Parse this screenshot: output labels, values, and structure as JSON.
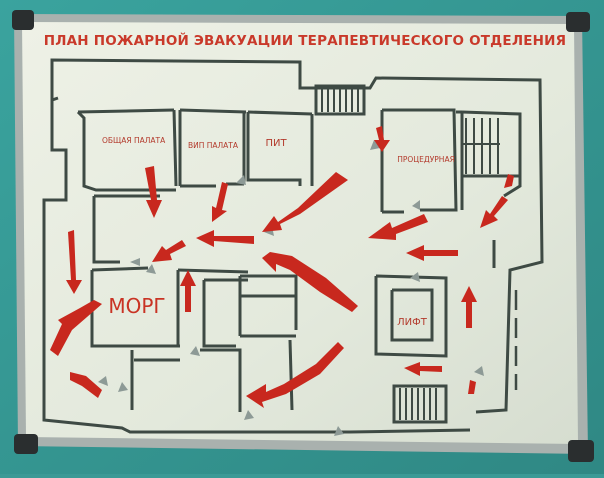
{
  "plan": {
    "title": "ПЛАН ПОЖАРНОЙ ЭВАКУАЦИИ ТЕРАПЕВТИЧЕСКОГО ОТДЕЛЕНИЯ",
    "rooms": {
      "general_ward": "ОБЩАЯ ПАЛАТА",
      "vip_ward": "ВИП ПАЛАТА",
      "pit": "ПИТ",
      "procedure_room": "ПРОЦЕДУРНАЯ",
      "morgue": "МОРГ",
      "elevator": "ЛИФТ"
    }
  },
  "colors": {
    "wall": "#3e4a44",
    "frame": "#b9bfbd",
    "board": "#e7ecdf",
    "arrow": "#c8281e",
    "text": "#c9392a"
  }
}
